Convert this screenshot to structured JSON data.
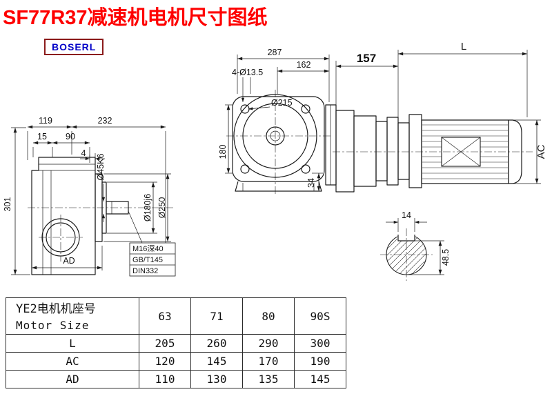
{
  "colors": {
    "title_red": "#fe0000",
    "logo_blue": "#0000c8",
    "logo_border": "#8b1a1a",
    "line_black": "#1a1a1a"
  },
  "header": {
    "title": "SF77R37减速机电机尺寸图纸",
    "logo": "BOSERL"
  },
  "left_view": {
    "dim_119": "119",
    "dim_232": "232",
    "dim_15": "15",
    "dim_90": "90",
    "dim_4": "4",
    "dim_301": "301",
    "dim_ad": "AD",
    "dim_shaft": "Ø45K6",
    "dim_spigot": "Ø180j6",
    "dim_flange": "Ø250",
    "note1": "M16深40",
    "note2": "GB/T145",
    "note3": "DIN332"
  },
  "front_view": {
    "dim_287": "287",
    "dim_162": "162",
    "dim_holes": "4-Ø13.5",
    "dim_bore": "Ø215",
    "dim_180": "180",
    "dim_34": "34"
  },
  "side_view": {
    "dim_157": "157",
    "dim_l": "L",
    "dim_ac": "AC"
  },
  "shaft_section": {
    "dim_14": "14",
    "dim_48": "48.5"
  },
  "table": {
    "header_label_cn": "YE2电机机座号",
    "header_label_en": "Motor Size",
    "sizes": [
      "63",
      "71",
      "80",
      "90S"
    ],
    "rows": [
      {
        "label": "L",
        "values": [
          "205",
          "260",
          "290",
          "300"
        ]
      },
      {
        "label": "AC",
        "values": [
          "120",
          "145",
          "170",
          "190"
        ]
      },
      {
        "label": "AD",
        "values": [
          "110",
          "130",
          "135",
          "145"
        ]
      }
    ]
  }
}
